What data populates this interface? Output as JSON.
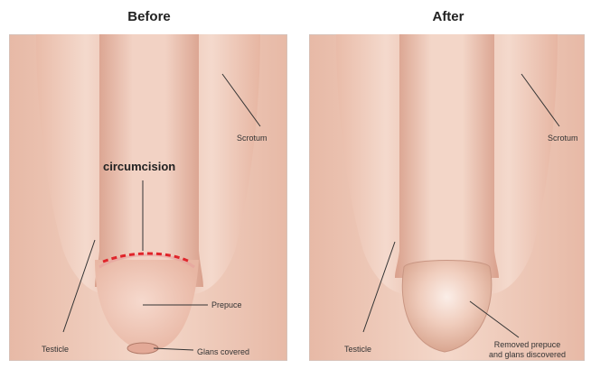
{
  "panels": {
    "before": {
      "title": "Before",
      "labels": {
        "procedure": "circumcision",
        "scrotum": "Scrotum",
        "prepuce": "Prepuce",
        "testicle": "Testicle",
        "glans": "Glans covered"
      }
    },
    "after": {
      "title": "After",
      "labels": {
        "scrotum": "Scrotum",
        "testicle": "Testicle",
        "result": [
          "Removed prepuce",
          "and glans discovered"
        ]
      }
    }
  },
  "colors": {
    "background_skin": "#f2cfbf",
    "shaft": "#ecc1ad",
    "shadow": "#d89f8b",
    "cut_line": "#e0252b",
    "glans_exposed": "#f1cdbd"
  }
}
